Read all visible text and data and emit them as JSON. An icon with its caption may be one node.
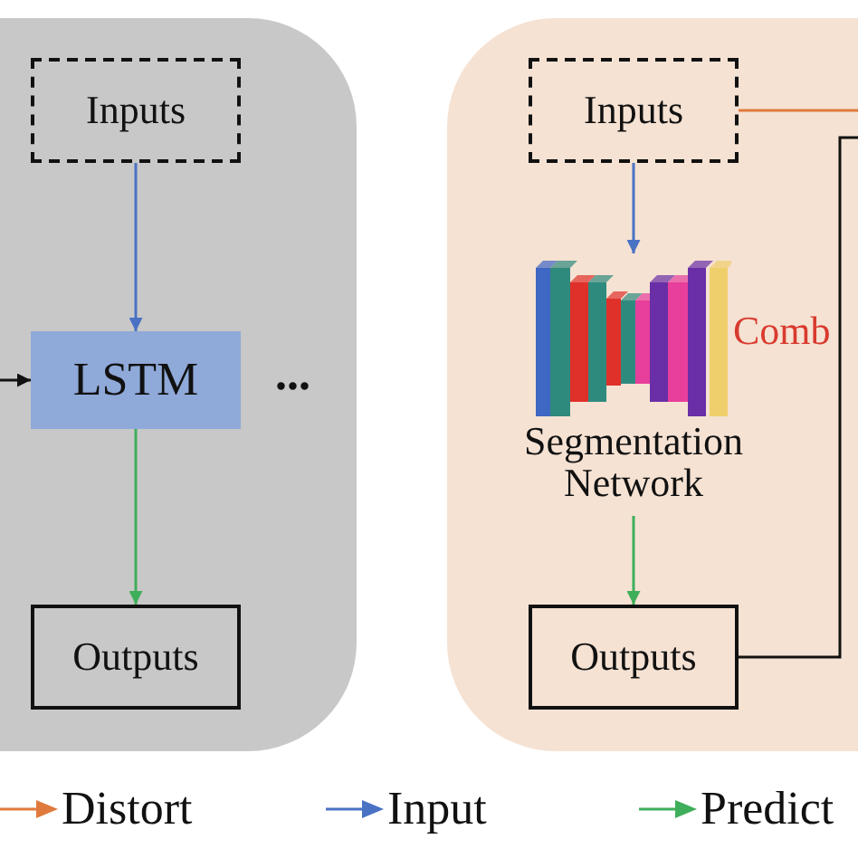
{
  "diagram": {
    "nodes": [
      {
        "text": [],
        "shape": "box"
      },
      {
        "text": [
          "Inputs"
        ],
        "in": 0
      },
      {
        "text": [
          "LSTM"
        ],
        "in": 0
      },
      {
        "text": [
          "Outputs"
        ],
        "in": 0
      },
      {
        "text": [],
        "shape": "box"
      },
      {
        "text": [
          "Inputs"
        ],
        "in": 4
      },
      {
        "text": [
          "Segmentation Network"
        ],
        "in": 4
      },
      {
        "text": [
          "Outputs"
        ],
        "in": 4
      }
    ],
    "edges": [
      {
        "from": null,
        "to": 2,
        "arrow": "to"
      },
      {
        "from": 1,
        "to": 2,
        "arrow": "to",
        "color": "#4a72c4"
      },
      {
        "from": 2,
        "to": 3,
        "arrow": "to",
        "color": "#3fae5a"
      },
      {
        "from": 5,
        "to": 6,
        "arrow": "to",
        "color": "#4a72c4"
      },
      {
        "from": 6,
        "to": 7,
        "arrow": "to",
        "color": "#3fae5a"
      },
      {
        "from": 5,
        "to": null,
        "arrow": "none",
        "color": "#e07a3c"
      },
      {
        "from": 7,
        "to": null,
        "arrow": "none"
      }
    ],
    "labels": [
      "...",
      "Comb"
    ],
    "legend": [
      {
        "text": "Distort"
      },
      {
        "text": "Input"
      },
      {
        "text": "Predict"
      }
    ]
  }
}
